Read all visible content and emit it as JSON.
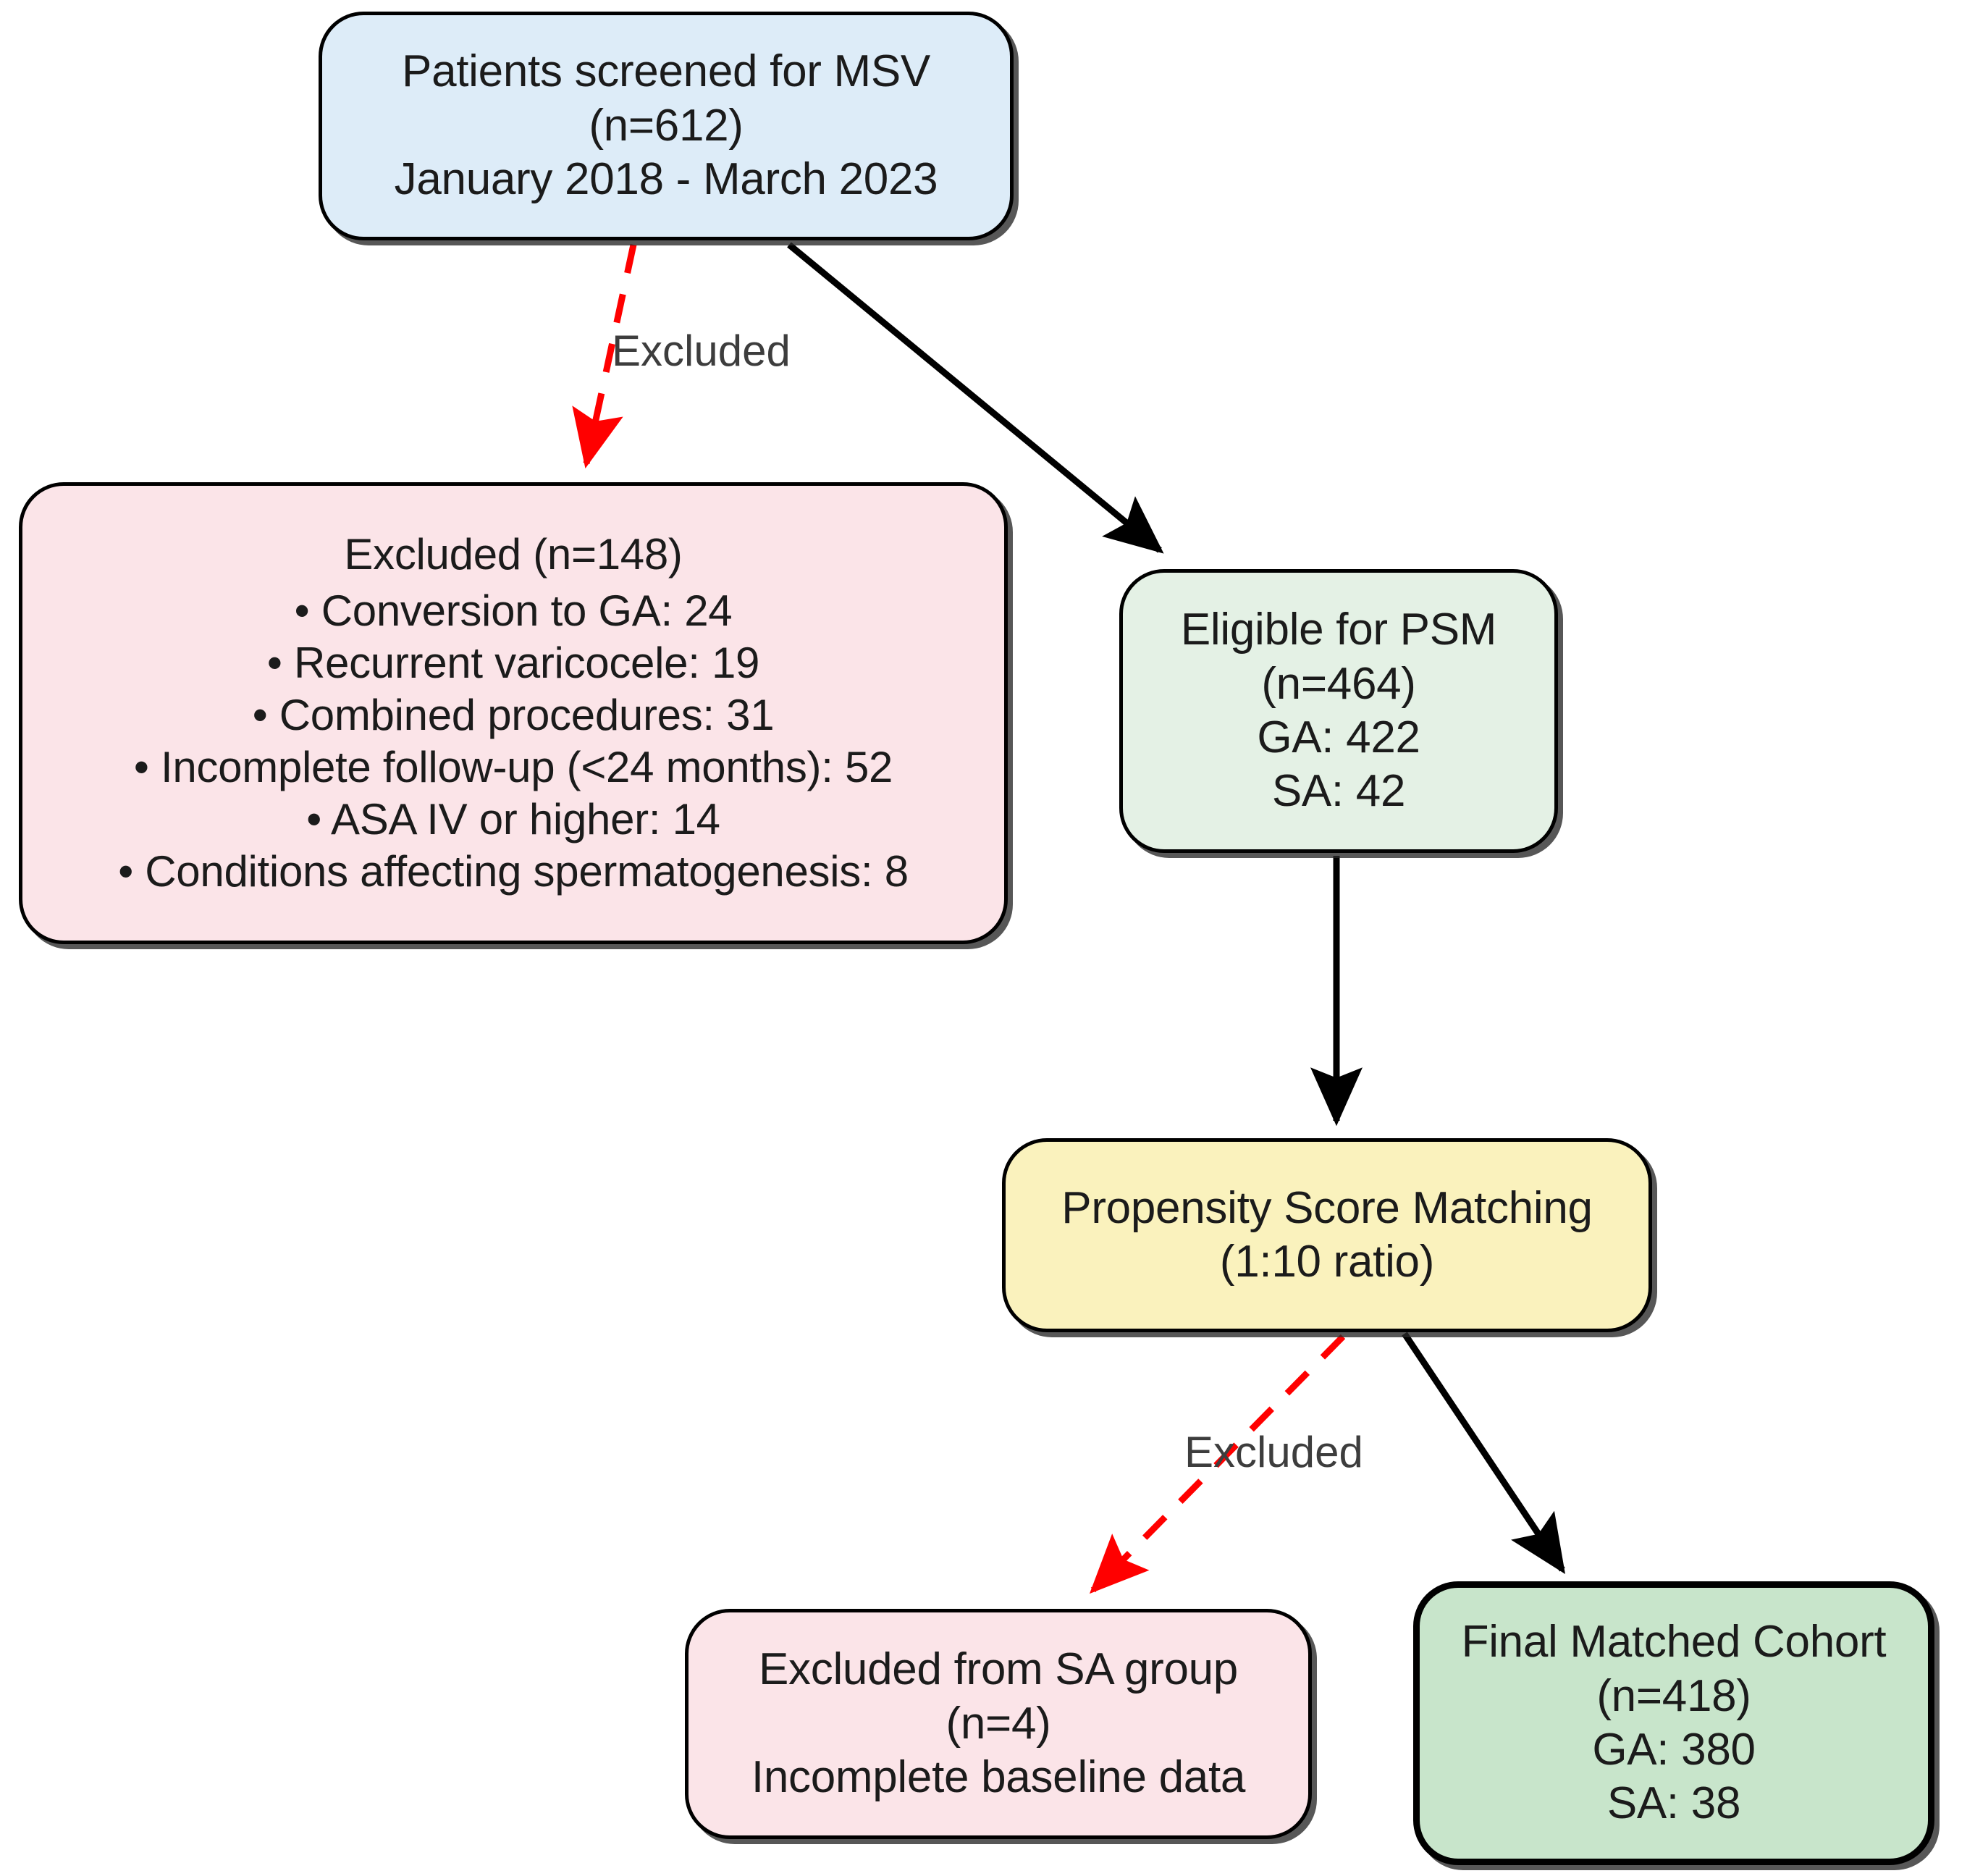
{
  "diagram": {
    "type": "flowchart",
    "title": "Patient selection flow for MSV study",
    "colors": {
      "screened_fill": "#ddecf8",
      "excluded_fill": "#fbe4e8",
      "eligible_fill": "#e4f1e5",
      "psm_fill": "#faf2bd",
      "final_fill": "#c8e5cb",
      "border": "#000000",
      "excluded_arrow": "#ff0000",
      "include_arrow": "#000000"
    },
    "nodes": {
      "screened": {
        "lines": [
          "Patients screened for MSV",
          "(n=612)",
          "January 2018 - March 2023"
        ]
      },
      "excluded_main": {
        "title": "Excluded (n=148)",
        "items": [
          "• Conversion to GA: 24",
          "• Recurrent varicocele: 19",
          "• Combined procedures: 31",
          "• Incomplete follow-up (<24 months): 52",
          "• ASA IV or higher: 14",
          "• Conditions affecting spermatogenesis: 8"
        ]
      },
      "eligible": {
        "lines": [
          "Eligible for PSM",
          "(n=464)",
          "GA: 422",
          "SA: 42"
        ]
      },
      "psm": {
        "lines": [
          "Propensity Score Matching",
          "(1:10 ratio)"
        ]
      },
      "excluded_sa": {
        "lines": [
          "Excluded from SA group",
          "(n=4)",
          "Incomplete baseline data"
        ]
      },
      "final": {
        "lines": [
          "Final Matched Cohort",
          "(n=418)",
          "GA: 380",
          "SA: 38"
        ]
      }
    },
    "edges": {
      "screened_to_excluded_label": "Excluded",
      "psm_to_excluded_sa_label": "Excluded"
    }
  }
}
